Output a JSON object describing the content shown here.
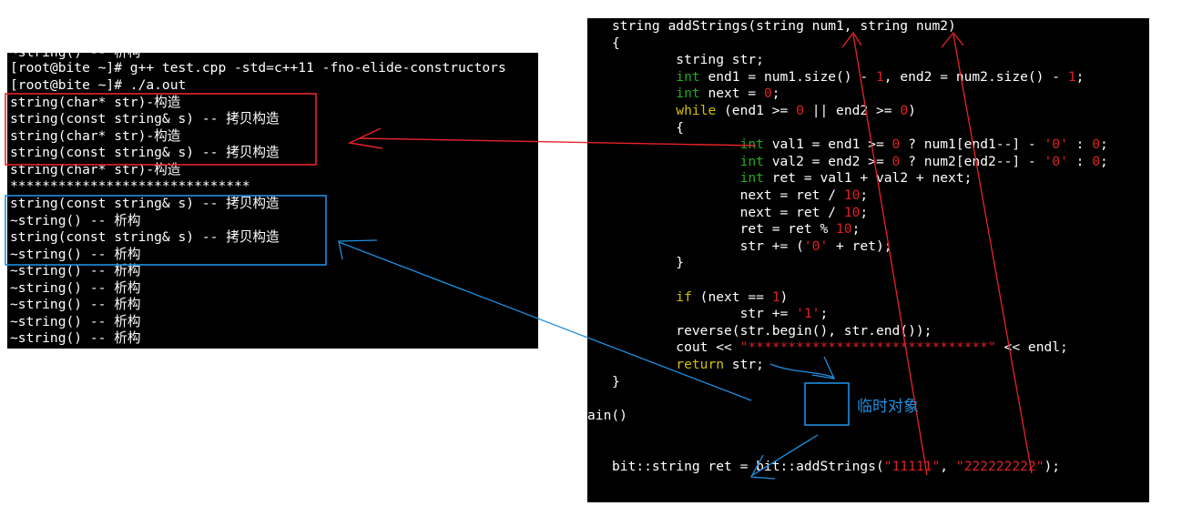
{
  "terminal": {
    "lines": [
      "~string() -- 析构",
      "[root@bite ~]# g++ test.cpp -std=c++11 -fno-elide-constructors",
      "[root@bite ~]# ./a.out",
      "string(char* str)-构造",
      "string(const string& s) -- 拷贝构造",
      "string(char* str)-构造",
      "string(const string& s) -- 拷贝构造",
      "string(char* str)-构造",
      "******************************",
      "string(const string& s) -- 拷贝构造",
      "~string() -- 析构",
      "string(const string& s) -- 拷贝构造",
      "~string() -- 析构",
      "~string() -- 析构",
      "~string() -- 析构",
      "~string() -- 析构",
      "~string() -- 析构",
      "~string() -- 析构"
    ]
  },
  "code": {
    "lines": [
      [
        {
          "t": "string addStrings(string num1, string num2)",
          "c": ""
        }
      ],
      [
        {
          "t": "{",
          "c": ""
        }
      ],
      [
        {
          "t": "        string str;",
          "c": ""
        }
      ],
      [
        {
          "t": "        ",
          "c": ""
        },
        {
          "t": "int",
          "c": "ty"
        },
        {
          "t": " end1 = num1.size() - ",
          "c": ""
        },
        {
          "t": "1",
          "c": "num"
        },
        {
          "t": ", end2 = num2.size() - ",
          "c": ""
        },
        {
          "t": "1",
          "c": "num"
        },
        {
          "t": ";",
          "c": ""
        }
      ],
      [
        {
          "t": "        ",
          "c": ""
        },
        {
          "t": "int",
          "c": "ty"
        },
        {
          "t": " next = ",
          "c": ""
        },
        {
          "t": "0",
          "c": "num"
        },
        {
          "t": ";",
          "c": ""
        }
      ],
      [
        {
          "t": "        ",
          "c": ""
        },
        {
          "t": "while",
          "c": "kw"
        },
        {
          "t": " (end1 >= ",
          "c": ""
        },
        {
          "t": "0",
          "c": "num"
        },
        {
          "t": " || end2 >= ",
          "c": ""
        },
        {
          "t": "0",
          "c": "num"
        },
        {
          "t": ")",
          "c": ""
        }
      ],
      [
        {
          "t": "        {",
          "c": ""
        }
      ],
      [
        {
          "t": "                ",
          "c": ""
        },
        {
          "t": "int",
          "c": "ty"
        },
        {
          "t": " val1 = end1 >= ",
          "c": ""
        },
        {
          "t": "0",
          "c": "num"
        },
        {
          "t": " ? num1[end1--] - ",
          "c": ""
        },
        {
          "t": "'0'",
          "c": "str"
        },
        {
          "t": " : ",
          "c": ""
        },
        {
          "t": "0",
          "c": "num"
        },
        {
          "t": ";",
          "c": ""
        }
      ],
      [
        {
          "t": "                ",
          "c": ""
        },
        {
          "t": "int",
          "c": "ty"
        },
        {
          "t": " val2 = end2 >= ",
          "c": ""
        },
        {
          "t": "0",
          "c": "num"
        },
        {
          "t": " ? num2[end2--] - ",
          "c": ""
        },
        {
          "t": "'0'",
          "c": "str"
        },
        {
          "t": " : ",
          "c": ""
        },
        {
          "t": "0",
          "c": "num"
        },
        {
          "t": ";",
          "c": ""
        }
      ],
      [
        {
          "t": "                ",
          "c": ""
        },
        {
          "t": "int",
          "c": "ty"
        },
        {
          "t": " ret = val1 + val2 + next;",
          "c": ""
        }
      ],
      [
        {
          "t": "                next = ret / ",
          "c": ""
        },
        {
          "t": "10",
          "c": "num"
        },
        {
          "t": ";",
          "c": ""
        }
      ],
      [
        {
          "t": "                next = ret / ",
          "c": ""
        },
        {
          "t": "10",
          "c": "num"
        },
        {
          "t": ";",
          "c": ""
        }
      ],
      [
        {
          "t": "                ret = ret % ",
          "c": ""
        },
        {
          "t": "10",
          "c": "num"
        },
        {
          "t": ";",
          "c": ""
        }
      ],
      [
        {
          "t": "                str += (",
          "c": ""
        },
        {
          "t": "'0'",
          "c": "str"
        },
        {
          "t": " + ret);",
          "c": ""
        }
      ],
      [
        {
          "t": "        }",
          "c": ""
        }
      ],
      [
        {
          "t": "",
          "c": ""
        }
      ],
      [
        {
          "t": "        ",
          "c": ""
        },
        {
          "t": "if",
          "c": "kw"
        },
        {
          "t": " (next == ",
          "c": ""
        },
        {
          "t": "1",
          "c": "num"
        },
        {
          "t": ")",
          "c": ""
        }
      ],
      [
        {
          "t": "                str += ",
          "c": ""
        },
        {
          "t": "'1'",
          "c": "str"
        },
        {
          "t": ";",
          "c": ""
        }
      ],
      [
        {
          "t": "        reverse(str.begin(), str.end());",
          "c": ""
        }
      ],
      [
        {
          "t": "        cout << ",
          "c": ""
        },
        {
          "t": "\"******************************\"",
          "c": "str"
        },
        {
          "t": " << endl;",
          "c": ""
        }
      ],
      [
        {
          "t": "        ",
          "c": ""
        },
        {
          "t": "return",
          "c": "kw"
        },
        {
          "t": " str;",
          "c": ""
        }
      ],
      [
        {
          "t": "}",
          "c": ""
        }
      ],
      [
        {
          "t": "",
          "c": ""
        }
      ],
      [
        {
          "t": "ain()",
          "c": ""
        }
      ],
      [
        {
          "t": "",
          "c": ""
        }
      ],
      [
        {
          "t": "",
          "c": ""
        }
      ],
      [
        {
          "t": "bit::string ret = bit::addStrings(",
          "c": ""
        },
        {
          "t": "\"11111\"",
          "c": "str"
        },
        {
          "t": ", ",
          "c": ""
        },
        {
          "t": "\"222222222\"",
          "c": "str"
        },
        {
          "t": ");",
          "c": ""
        }
      ]
    ]
  },
  "annotation": {
    "temp_object_label": "临时对象"
  },
  "colors": {
    "red_annotation": "#e8232a",
    "blue_annotation": "#1d8fe0",
    "type_green": "#1fae1f",
    "keyword_yellow": "#d4c100",
    "literal_red": "#e02020"
  }
}
